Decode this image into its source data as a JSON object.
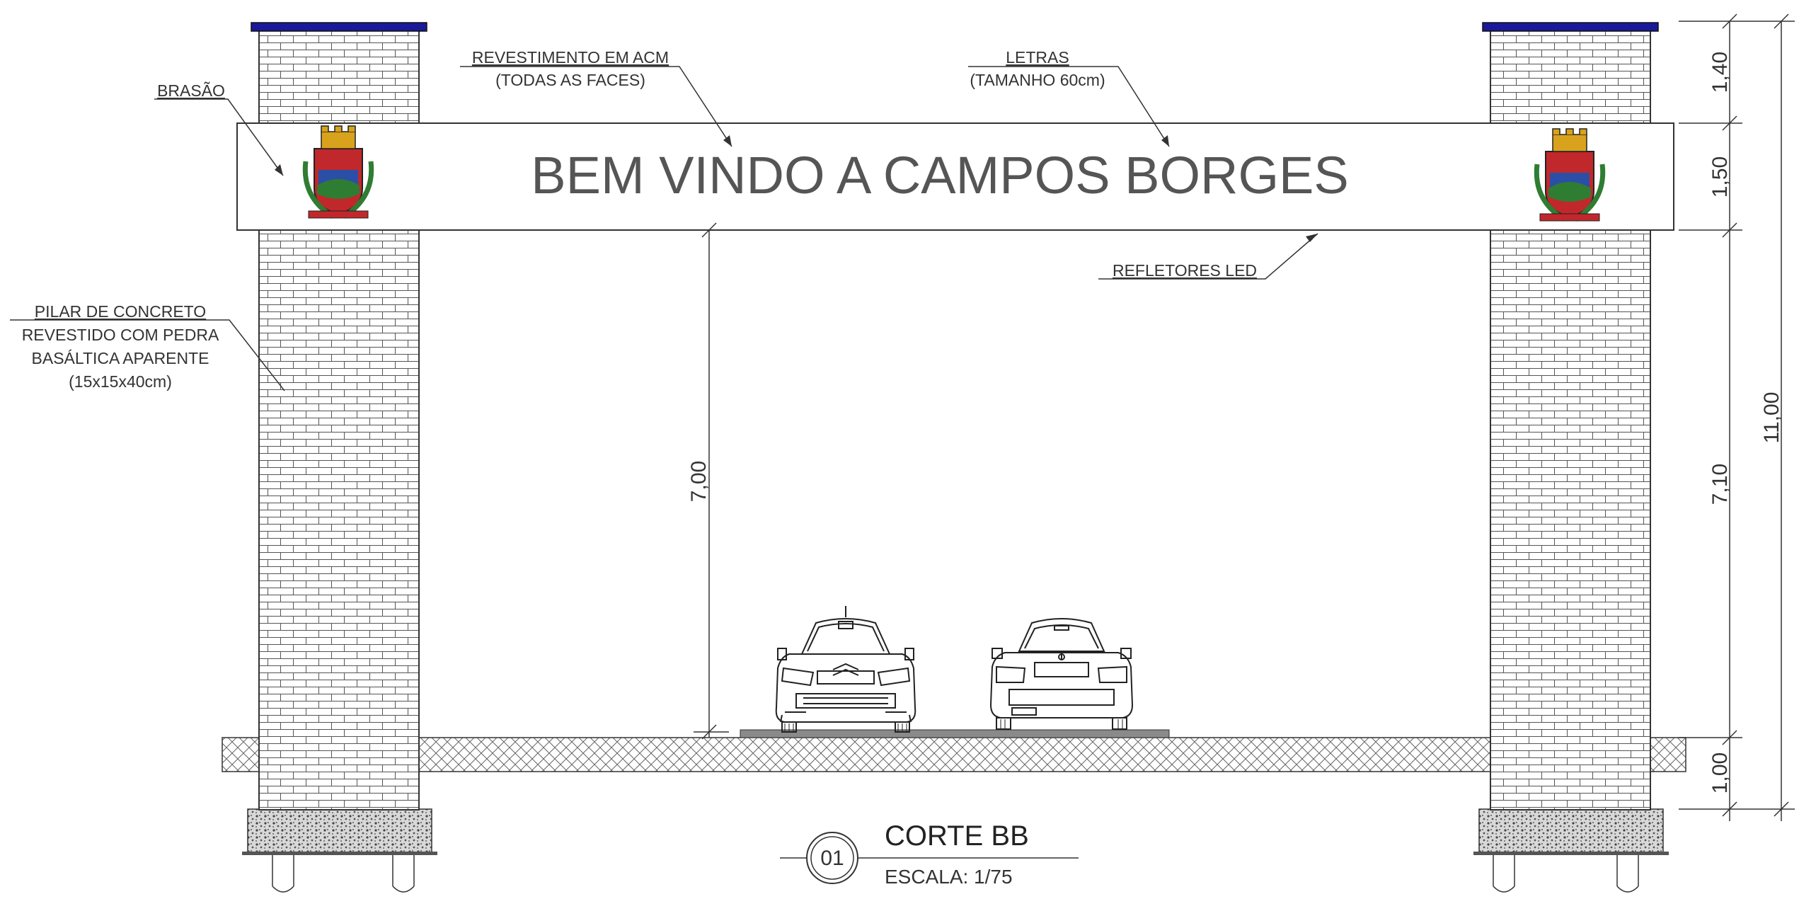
{
  "sign": {
    "text": "BEM VINDO A CAMPOS BORGES"
  },
  "labels": {
    "brasao": "BRASÃO",
    "acm_1": "REVESTIMENTO EM ACM",
    "acm_2": "(TODAS AS FACES)",
    "letras_1": "LETRAS",
    "letras_2": "(TAMANHO 60cm)",
    "refletores": "REFLETORES LED",
    "pilar_1": "PILAR DE CONCRETO",
    "pilar_2": "REVESTIDO COM PEDRA",
    "pilar_3": "BASÁLTICA APARENTE",
    "pilar_4": "(15x15x40cm)"
  },
  "dimensions": {
    "d140": "1,40",
    "d150": "1,50",
    "d710": "7,10",
    "d100": "1,00",
    "d1100": "11,00",
    "d700": "7,00"
  },
  "title_block": {
    "number": "01",
    "title": "CORTE BB",
    "scale": "ESCALA: 1/75"
  },
  "colors": {
    "line": "#333333",
    "cap": "#1a1a99",
    "shield_red": "#c0282b",
    "shield_green": "#2f7d32",
    "shield_gold": "#d8a21c",
    "shield_blue": "#2b4fa6"
  }
}
